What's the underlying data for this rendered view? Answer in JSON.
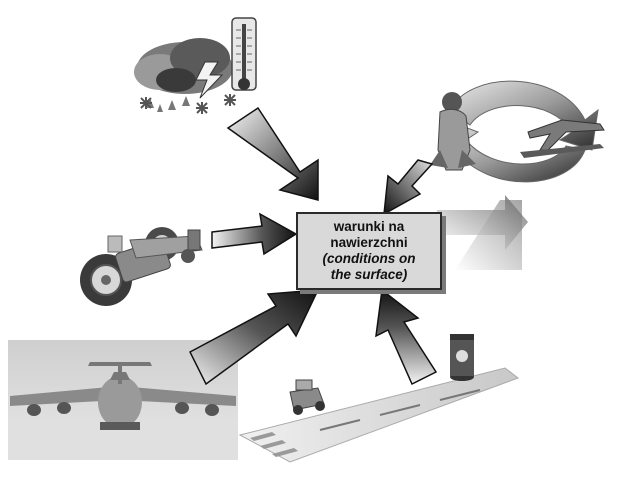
{
  "center": {
    "line1": "warunki na",
    "line2": "nawierzchni",
    "line3": "(conditions on",
    "line4": "the surface)"
  },
  "icons": {
    "weather": "weather-thermometer-icon",
    "pilot_aircraft": "pilot-aircraft-cycle-icon",
    "chassis": "landing-gear-chassis-icon",
    "airplane": "cargo-airplane-icon",
    "runway": "runway-vehicle-icon"
  },
  "colors": {
    "box_fill": "#d9d9d9",
    "box_border": "#2b2b2b",
    "arrow_dark": "#1a1a1a",
    "arrow_light": "#f2f2f2"
  }
}
